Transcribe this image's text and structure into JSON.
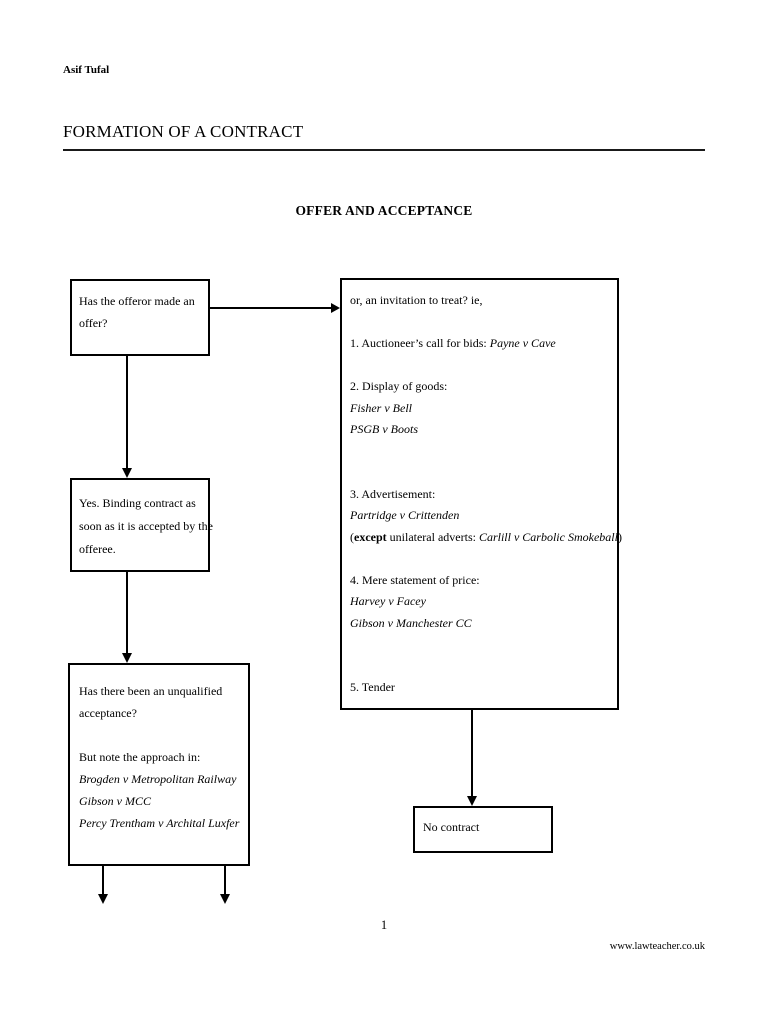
{
  "header": {
    "author": "Asif Tufal",
    "title": "FORMATION OF A CONTRACT",
    "heading": "OFFER AND ACCEPTANCE"
  },
  "flowchart": {
    "offer_question": {
      "lines": [
        [
          {
            "style": "normal",
            "text": "Has the offeror made an"
          }
        ],
        [
          {
            "style": "normal",
            "text": "offer?"
          }
        ]
      ]
    },
    "invitation_to_treat": {
      "lines": [
        [
          {
            "style": "normal",
            "text": "or, an invitation to treat? ie,"
          }
        ],
        [],
        [
          {
            "style": "normal",
            "text": "1. Auctioneer’s call for bids: "
          },
          {
            "style": "italic",
            "text": "Payne v Cave"
          }
        ],
        [],
        [
          {
            "style": "normal",
            "text": "2. Display of goods:"
          }
        ],
        [
          {
            "style": "italic",
            "text": "Fisher v Bell"
          }
        ],
        [
          {
            "style": "italic",
            "text": "PSGB v Boots"
          }
        ],
        [],
        [],
        [
          {
            "style": "normal",
            "text": "3. Advertisement:"
          }
        ],
        [
          {
            "style": "italic",
            "text": "Partridge v Crittenden"
          }
        ],
        [
          {
            "style": "normal",
            "text": "("
          },
          {
            "style": "bold",
            "text": "except"
          },
          {
            "style": "normal",
            "text": " unilateral adverts: "
          },
          {
            "style": "italic",
            "text": "Carlill v Carbolic Smokeball"
          },
          {
            "style": "normal",
            "text": ")"
          }
        ],
        [],
        [
          {
            "style": "normal",
            "text": "4. Mere statement of price:"
          }
        ],
        [
          {
            "style": "italic",
            "text": "Harvey v Facey"
          }
        ],
        [
          {
            "style": "italic",
            "text": "Gibson v Manchester CC"
          }
        ],
        [],
        [],
        [
          {
            "style": "normal",
            "text": "5. Tender"
          }
        ]
      ]
    },
    "binding_contract": {
      "lines": [
        [
          {
            "style": "normal",
            "text": "Yes.  Binding contract as"
          }
        ],
        [
          {
            "style": "normal",
            "text": "soon as it is accepted by the"
          }
        ],
        [
          {
            "style": "normal",
            "text": "offeree."
          }
        ]
      ]
    },
    "unqualified_acceptance": {
      "lines": [
        [
          {
            "style": "normal",
            "text": "Has there been an unqualified"
          }
        ],
        [
          {
            "style": "normal",
            "text": "acceptance?"
          }
        ],
        [],
        [
          {
            "style": "normal",
            "text": "But note the approach in:"
          }
        ],
        [
          {
            "style": "italic",
            "text": "Brogden v Metropolitan Railway"
          }
        ],
        [
          {
            "style": "italic",
            "text": "Gibson v MCC"
          }
        ],
        [
          {
            "style": "italic",
            "text": "Percy Trentham v Archital Luxfer"
          }
        ]
      ]
    },
    "no_contract": {
      "lines": [
        [
          {
            "style": "normal",
            "text": "No contract"
          }
        ]
      ]
    }
  },
  "footer": {
    "page_number": "1",
    "website": "www.lawteacher.co.uk"
  }
}
